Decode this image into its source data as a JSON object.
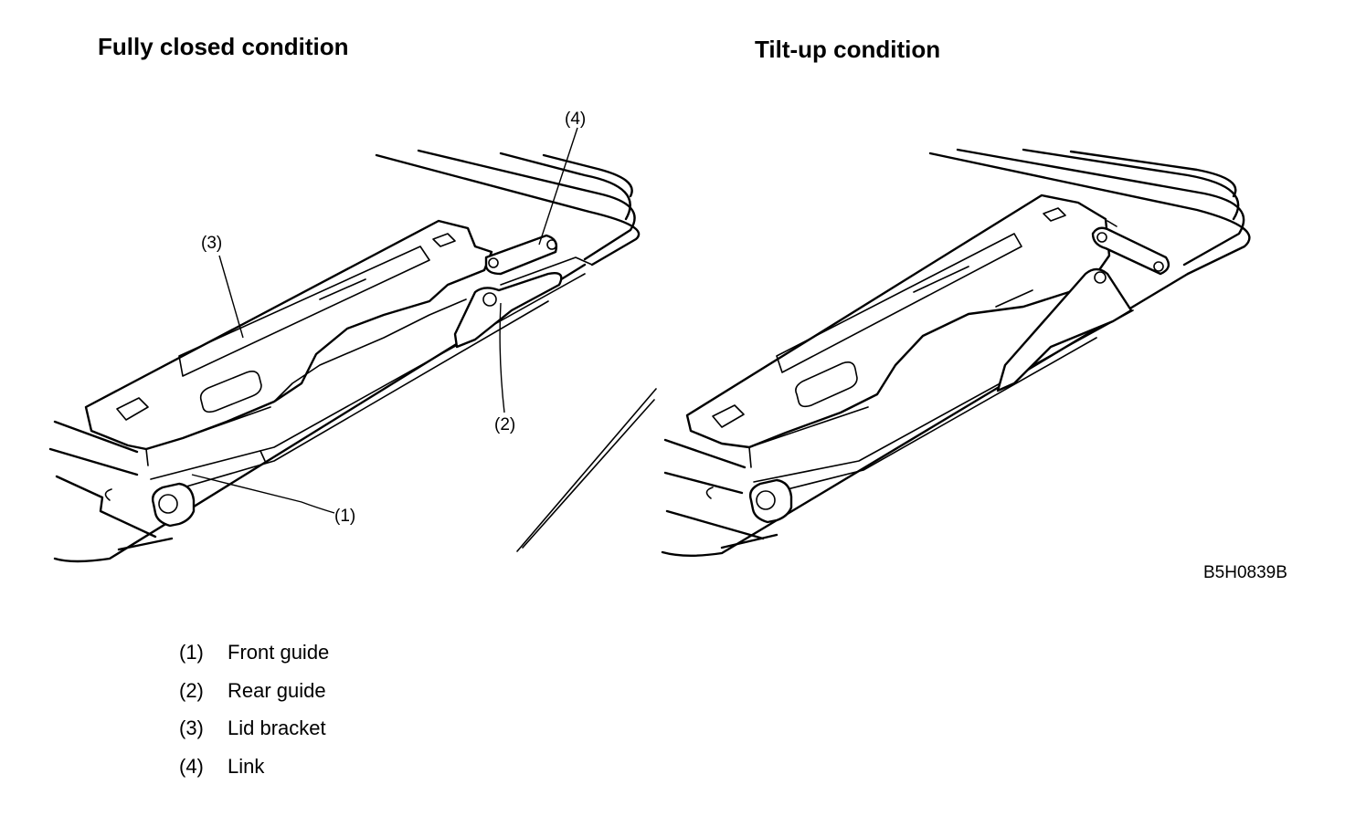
{
  "titles": {
    "left": "Fully closed condition",
    "right": "Tilt-up condition"
  },
  "callouts": {
    "c1": "(1)",
    "c2": "(2)",
    "c3": "(3)",
    "c4": "(4)"
  },
  "figure_code": "B5H0839B",
  "legend": [
    {
      "num": "(1)",
      "label": "Front guide"
    },
    {
      "num": "(2)",
      "label": "Rear guide"
    },
    {
      "num": "(3)",
      "label": "Lid bracket"
    },
    {
      "num": "(4)",
      "label": "Link"
    }
  ]
}
